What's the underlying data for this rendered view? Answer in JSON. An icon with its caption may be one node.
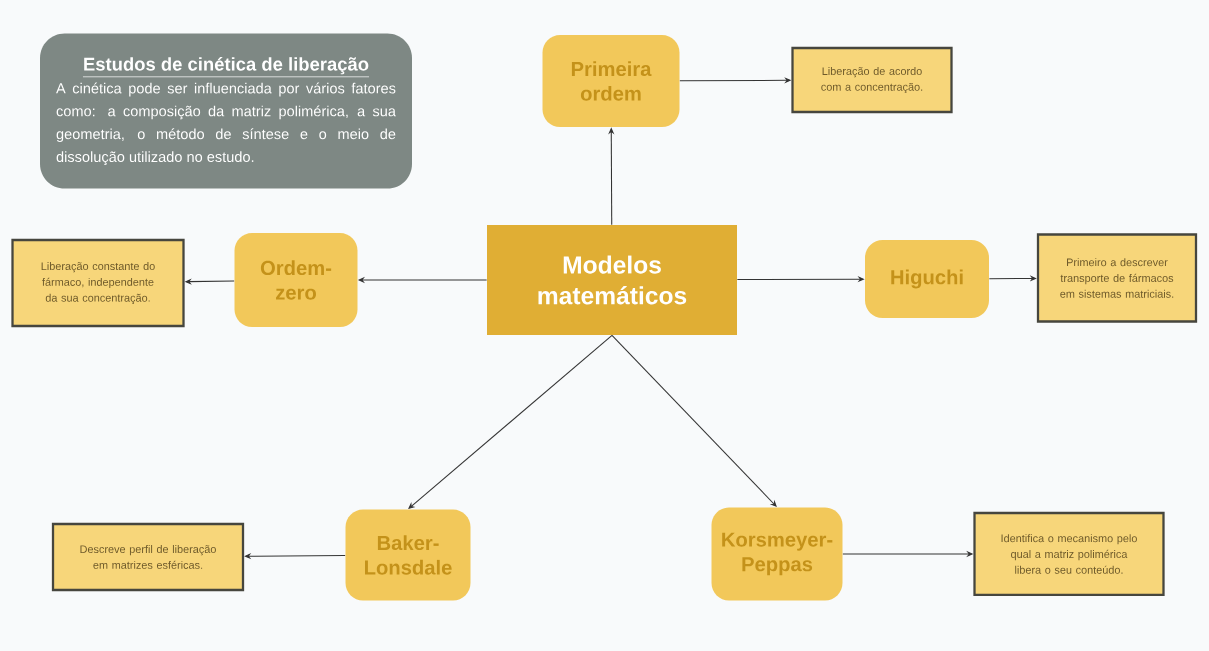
{
  "diagram": {
    "nodes": [
      {
        "text": [
          "Estudos de cinética de liberação",
          "A cinética pode ser influenciada por vários fatores como: a composição da matriz polimérica, a sua geometria, o método de síntese e o meio de dissolução utilizado no estudo."
        ]
      },
      {
        "text": [
          "Primeira ordem"
        ]
      },
      {
        "text": [
          "Liberação de acordo com a concentração."
        ]
      },
      {
        "text": [
          "Ordem-zero"
        ]
      },
      {
        "text": [
          "Liberação constante do fármaco, independente da sua concentração."
        ]
      },
      {
        "text": [
          "Modelos matemáticos"
        ]
      },
      {
        "text": [
          "Higuchi"
        ]
      },
      {
        "text": [
          "Primeiro a descrever transporte de fármacos em sistemas matriciais."
        ]
      },
      {
        "text": [
          "Baker-Lonsdale"
        ]
      },
      {
        "text": [
          "Descreve perfil de liberação em matrizes esféricas."
        ]
      },
      {
        "text": [
          "Korsmeyer-Peppas"
        ]
      },
      {
        "text": [
          "Identifica o mecanismo pelo qual a matriz polimérica libera o seu conteúdo."
        ]
      }
    ],
    "edges": [
      {
        "from": 5,
        "to": 1,
        "arrow": "to"
      },
      {
        "from": 1,
        "to": 2,
        "arrow": "to"
      },
      {
        "from": 5,
        "to": 3,
        "arrow": "to"
      },
      {
        "from": 3,
        "to": 4,
        "arrow": "to"
      },
      {
        "from": 5,
        "to": 6,
        "arrow": "to"
      },
      {
        "from": 6,
        "to": 7,
        "arrow": "to"
      },
      {
        "from": 5,
        "to": 8,
        "arrow": "to"
      },
      {
        "from": 8,
        "to": 9,
        "arrow": "to"
      },
      {
        "from": 5,
        "to": 10,
        "arrow": "to"
      },
      {
        "from": 10,
        "to": 11,
        "arrow": "to"
      }
    ]
  }
}
